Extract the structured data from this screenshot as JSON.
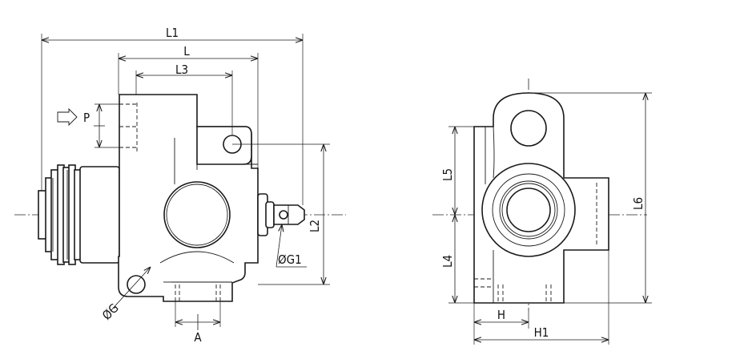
{
  "drawing": {
    "side_view": {
      "labels": {
        "L1": "L1",
        "L": "L",
        "L3": "L3",
        "L2": "L2",
        "P": "P",
        "G": "ØG",
        "G1": "ØG1",
        "A": "A"
      }
    },
    "front_view": {
      "labels": {
        "L5": "L5",
        "L4": "L4",
        "L6": "L6",
        "H": "H",
        "H1": "H1"
      }
    }
  }
}
